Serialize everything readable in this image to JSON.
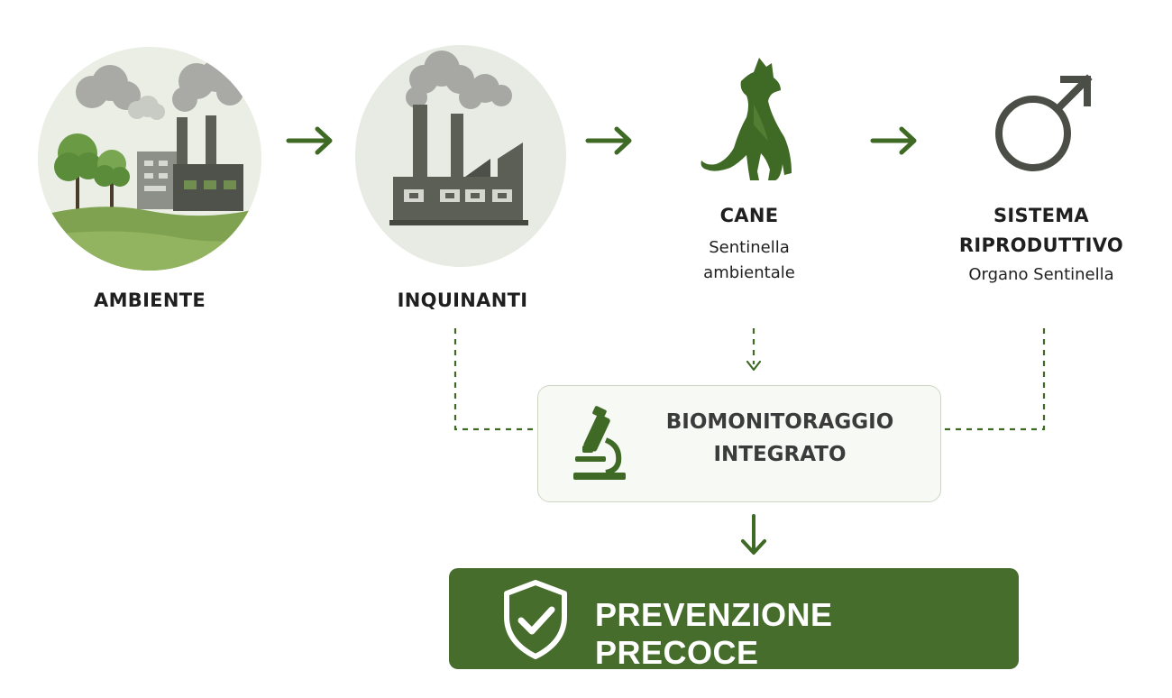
{
  "nodes": [
    {
      "id": "ambiente",
      "title": "AMBIENTE",
      "subtitle": ""
    },
    {
      "id": "inquinanti",
      "title": "INQUINANTI",
      "subtitle": ""
    },
    {
      "id": "cane",
      "title": "CANE",
      "subtitle_lines": [
        "Sentinella",
        "ambientale"
      ]
    },
    {
      "id": "sistema",
      "title_lines": [
        "SISTEMA",
        "RIPRODUTTIVO"
      ],
      "subtitle": "Organo Sentinella"
    }
  ],
  "biomonitoring": {
    "lines": [
      "BIOMONITORAGGIO",
      "INTEGRATO"
    ]
  },
  "outcome": {
    "label": "PREVENZIONE PRECOCE"
  },
  "colors": {
    "primary_green": "#466d2b",
    "arrow_green": "#3f6a26",
    "tree_green": "#5b8c3a",
    "factory_gray": "#5c5f56",
    "smoke_gray": "#a7a8a3"
  }
}
